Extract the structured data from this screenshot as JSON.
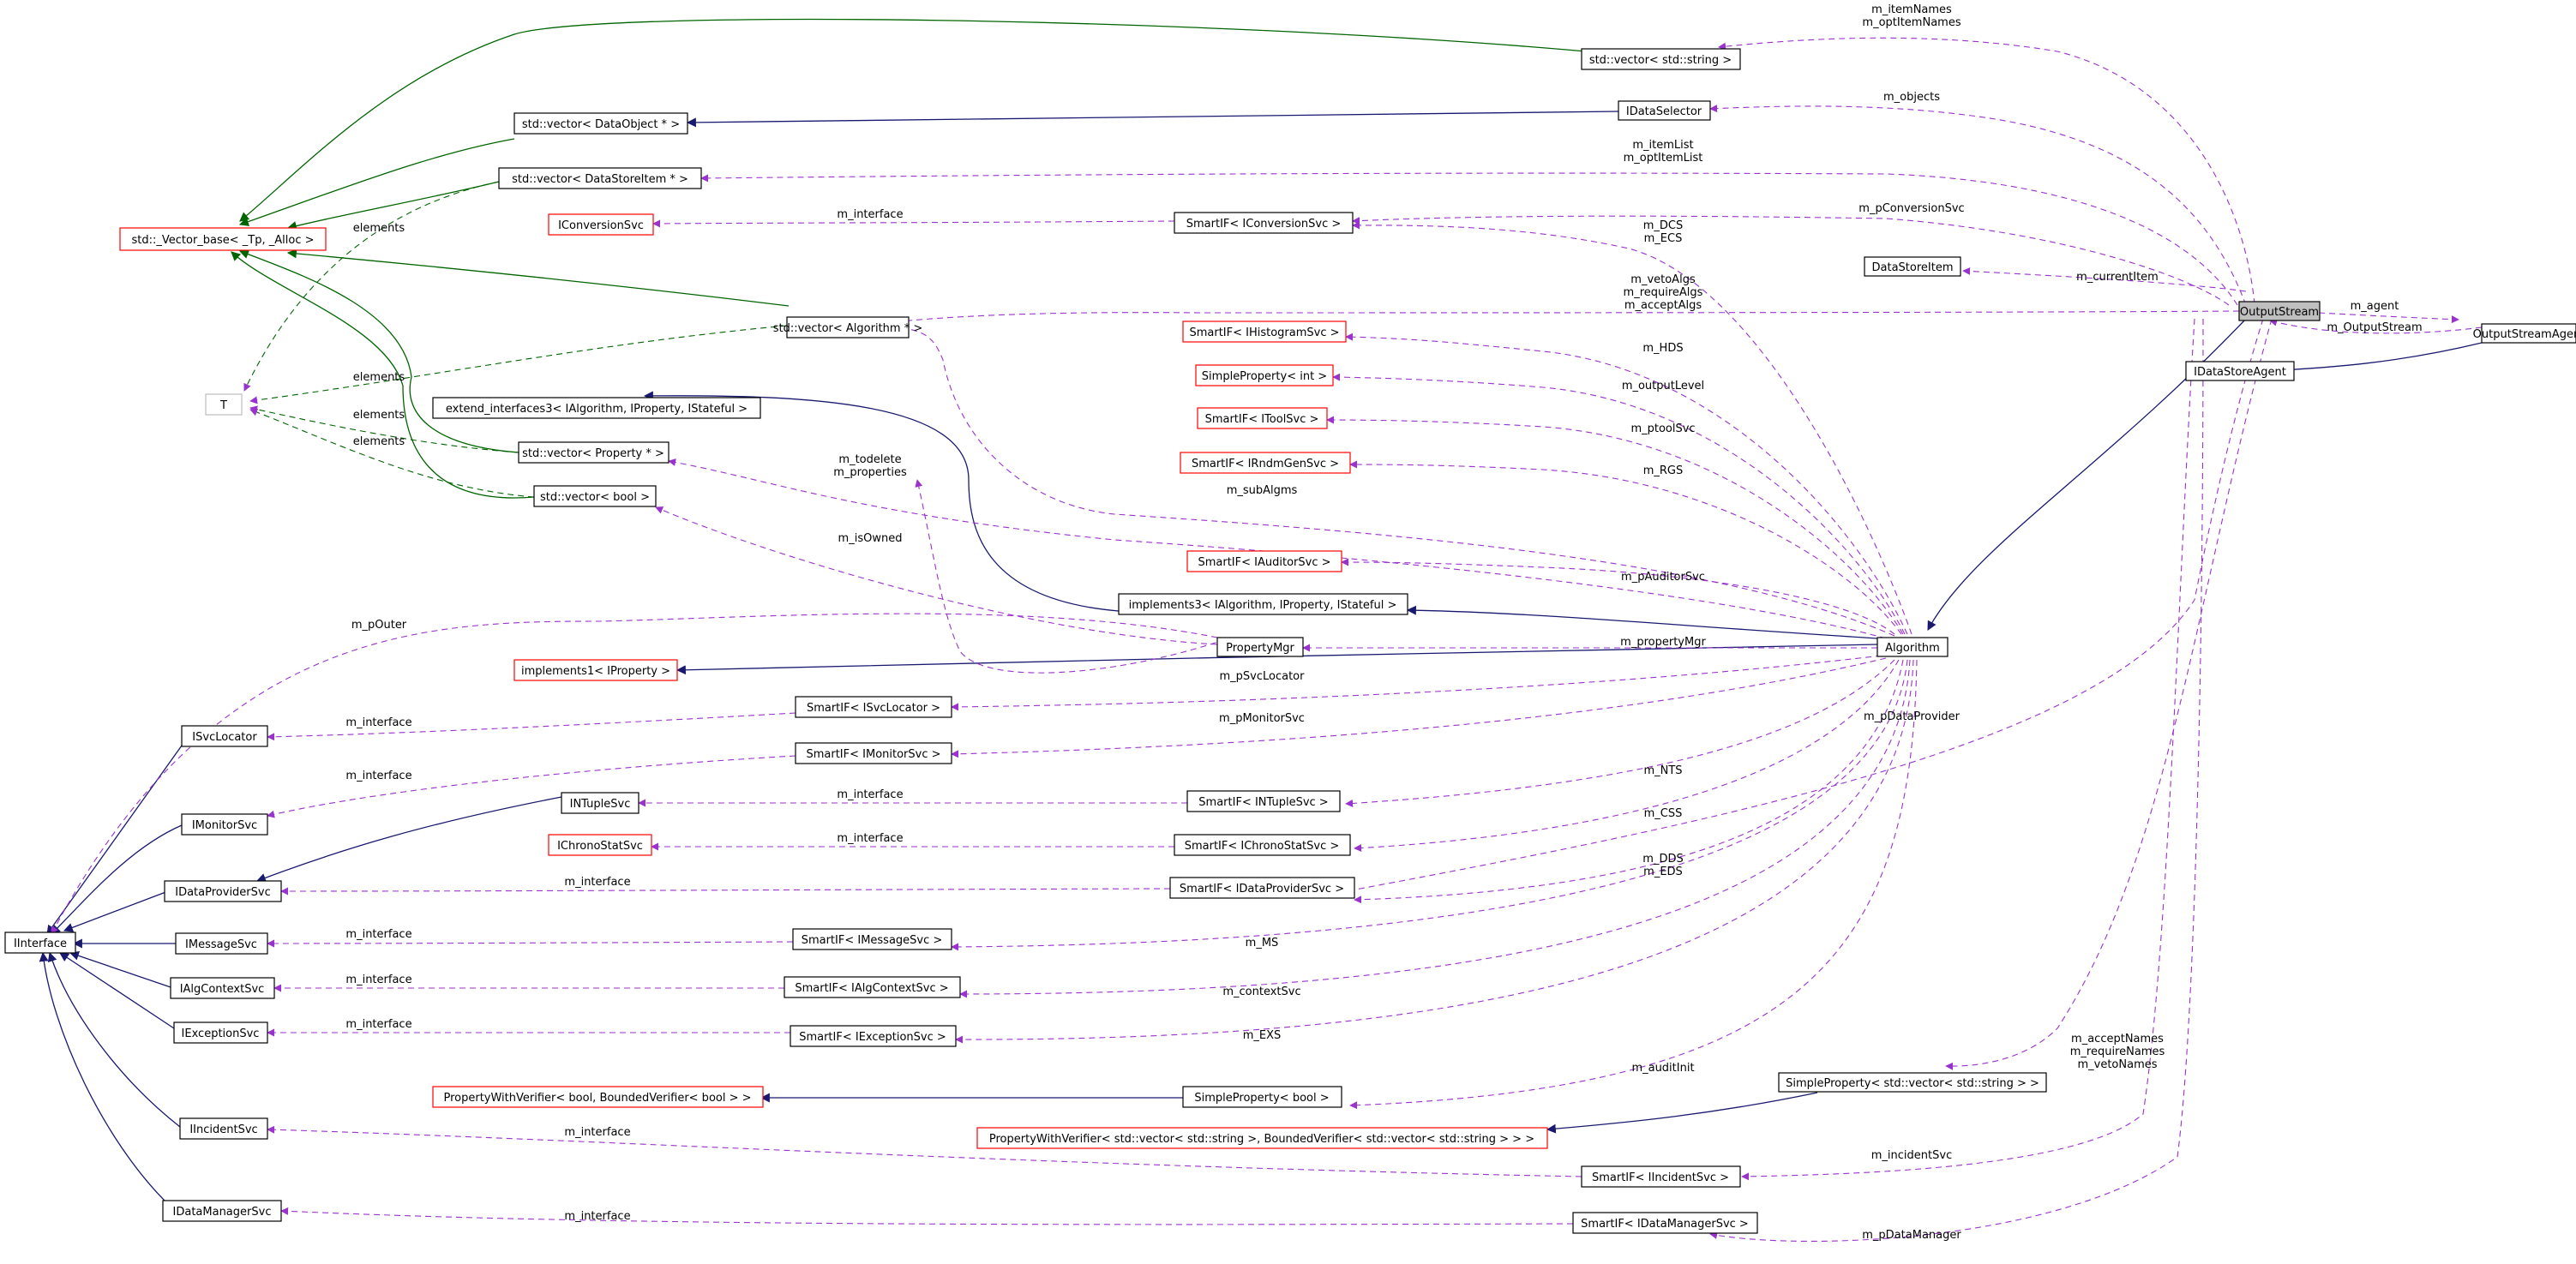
{
  "colors": {
    "usage_edge": "#9a32cd",
    "inheritance_edge": "#191970",
    "template_edge": "#006400",
    "undocumented_border": "#ff0000",
    "selected_fill": "#bfbfbf"
  },
  "nodes": {
    "output_stream": "OutputStream",
    "output_stream_agent": "OutputStreamAgent",
    "idata_store_agent": "IDataStoreAgent",
    "algorithm": "Algorithm",
    "data_store_item": "DataStoreItem",
    "idata_selector": "IDataSelector",
    "vec_string": "std::vector< std::string >",
    "vec_dataobject": "std::vector< DataObject * >",
    "vec_datastoreitem": "std::vector< DataStoreItem * >",
    "vector_base": "std::_Vector_base< _Tp, _Alloc >",
    "vec_algorithm": "std::vector< Algorithm * >",
    "vec_property": "std::vector< Property * >",
    "vec_bool": "std::vector< bool >",
    "t": "T",
    "extend_interfaces": "extend_interfaces3< IAlgorithm, IProperty, IStateful >",
    "implements3": "implements3< IAlgorithm, IProperty, IStateful >",
    "implements1": "implements1< IProperty >",
    "property_mgr": "PropertyMgr",
    "iconversion_svc": "IConversionSvc",
    "sif_conversion": "SmartIF< IConversionSvc >",
    "sif_histogram": "SmartIF< IHistogramSvc >",
    "simple_prop_int": "SimpleProperty< int >",
    "sif_tool": "SmartIF< IToolSvc >",
    "sif_rndm": "SmartIF< IRndmGenSvc >",
    "sif_auditor": "SmartIF< IAuditorSvc >",
    "sif_svclocator": "SmartIF< ISvcLocator >",
    "sif_monitor": "SmartIF< IMonitorSvc >",
    "sif_ntuple": "SmartIF< INTupleSvc >",
    "sif_chrono": "SmartIF< IChronoStatSvc >",
    "sif_dataprovider": "SmartIF< IDataProviderSvc >",
    "sif_message": "SmartIF< IMessageSvc >",
    "sif_algcontext": "SmartIF< IAlgContextSvc >",
    "sif_exception": "SmartIF< IExceptionSvc >",
    "sif_incident": "SmartIF< IIncidentSvc >",
    "sif_datamanager": "SmartIF< IDataManagerSvc >",
    "simple_prop_bool": "SimpleProperty< bool >",
    "pwv_bool": "PropertyWithVerifier< bool, BoundedVerifier< bool > >",
    "simple_prop_vecstr": "SimpleProperty< std::vector< std::string > >",
    "pwv_vecstr": "PropertyWithVerifier< std::vector< std::string >, BoundedVerifier< std::vector< std::string > > >",
    "isvc_locator": "ISvcLocator",
    "imonitor_svc": "IMonitorSvc",
    "intuple_svc": "INTupleSvc",
    "ichronostat_svc": "IChronoStatSvc",
    "idataprovider_svc": "IDataProviderSvc",
    "iinterface": "IInterface",
    "imessage_svc": "IMessageSvc",
    "ialgcontext_svc": "IAlgContextSvc",
    "iexception_svc": "IExceptionSvc",
    "iincident_svc": "IIncidentSvc",
    "idatamanager_svc": "IDataManagerSvc"
  },
  "edge_labels": {
    "m_item_names": "m_itemNames\nm_optItemNames",
    "m_objects": "m_objects",
    "m_item_list": "m_itemList\nm_optItemList",
    "m_p_conversion_svc": "m_pConversionSvc",
    "m_dcs_ecs": "m_DCS\nm_ECS",
    "m_current_item": "m_currentItem",
    "m_algs": "m_vetoAlgs\nm_requireAlgs\nm_acceptAlgs",
    "m_agent": "m_agent",
    "m_output_stream": "m_OutputStream",
    "m_hds": "m_HDS",
    "m_output_level": "m_outputLevel",
    "m_ptool_svc": "m_ptoolSvc",
    "m_rgs": "m_RGS",
    "m_sub_algms": "m_subAlgms",
    "m_todelete_props": "m_todelete\nm_properties",
    "m_is_owned": "m_isOwned",
    "m_pauditor_svc": "m_pAuditorSvc",
    "m_pouter": "m_pOuter",
    "m_property_mgr": "m_propertyMgr",
    "m_psvc_locator": "m_pSvcLocator",
    "m_pdata_provider": "m_pDataProvider",
    "m_pmonitor_svc": "m_pMonitorSvc",
    "m_nts": "m_NTS",
    "m_css": "m_CSS",
    "m_dds_eds": "m_DDS\nm_EDS",
    "m_ms": "m_MS",
    "m_context_svc": "m_contextSvc",
    "m_exs": "m_EXS",
    "m_audit_init": "m_auditInit",
    "m_names": "m_acceptNames\nm_requireNames\nm_vetoNames",
    "m_incident_svc": "m_incidentSvc",
    "m_pdata_manager": "m_pDataManager",
    "m_interface": "m_interface",
    "elements": "elements"
  }
}
